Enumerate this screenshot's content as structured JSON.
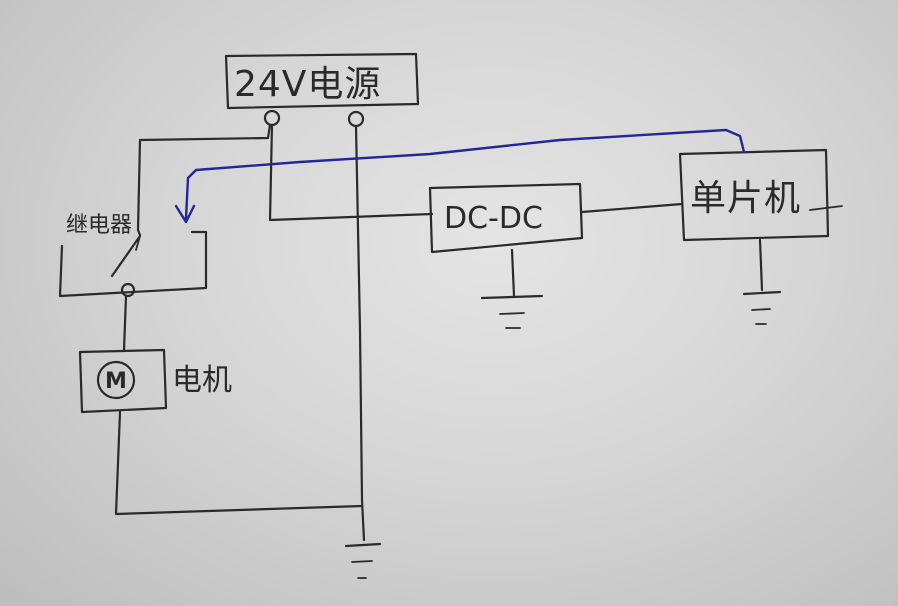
{
  "labels": {
    "power_supply": "24V电源",
    "relay": "继电器",
    "dcdc": "DC-DC",
    "mcu": "单片机",
    "motor": "电机",
    "motor_symbol": "M"
  },
  "colors": {
    "paper": "#d8d8d8",
    "pencil": "#2a2a2a",
    "control_wire": "#23269a"
  }
}
